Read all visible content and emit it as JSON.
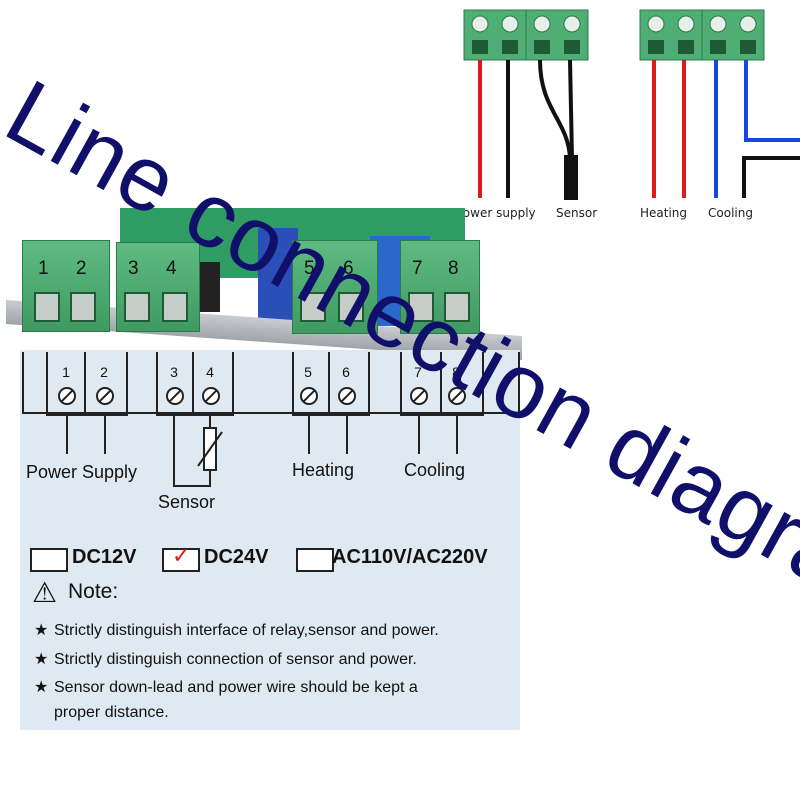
{
  "title": "Line connection diagram",
  "wiring_top": {
    "labels": [
      "Power supply",
      "Sensor",
      "Heating",
      "Cooling"
    ]
  },
  "board": {
    "pin_numbers": [
      "1",
      "2",
      "3",
      "4",
      "5",
      "6",
      "7",
      "8"
    ]
  },
  "label_panel": {
    "terminals": [
      "1",
      "2",
      "3",
      "4",
      "5",
      "6",
      "7",
      "8"
    ],
    "groups": {
      "power_supply": "Power Supply",
      "sensor": "Sensor",
      "heating": "Heating",
      "cooling": "Cooling"
    },
    "voltage_options": [
      {
        "label": "DC12V",
        "checked": false
      },
      {
        "label": "DC24V",
        "checked": true
      },
      {
        "label": "AC110V/AC220V",
        "checked": false
      }
    ],
    "note_heading": "Note:",
    "notes": [
      "Strictly distinguish interface of relay,sensor and power.",
      "Strictly distinguish connection of sensor and power.",
      "Sensor down-lead and power wire should be kept a",
      "proper distance."
    ]
  },
  "colors": {
    "title": "#10106b",
    "wire_red": "#e01a1a",
    "wire_black": "#111111",
    "wire_blue": "#1a46e0",
    "terminal_green": "#4fae73",
    "panel_bg": "#dfe9f1"
  }
}
